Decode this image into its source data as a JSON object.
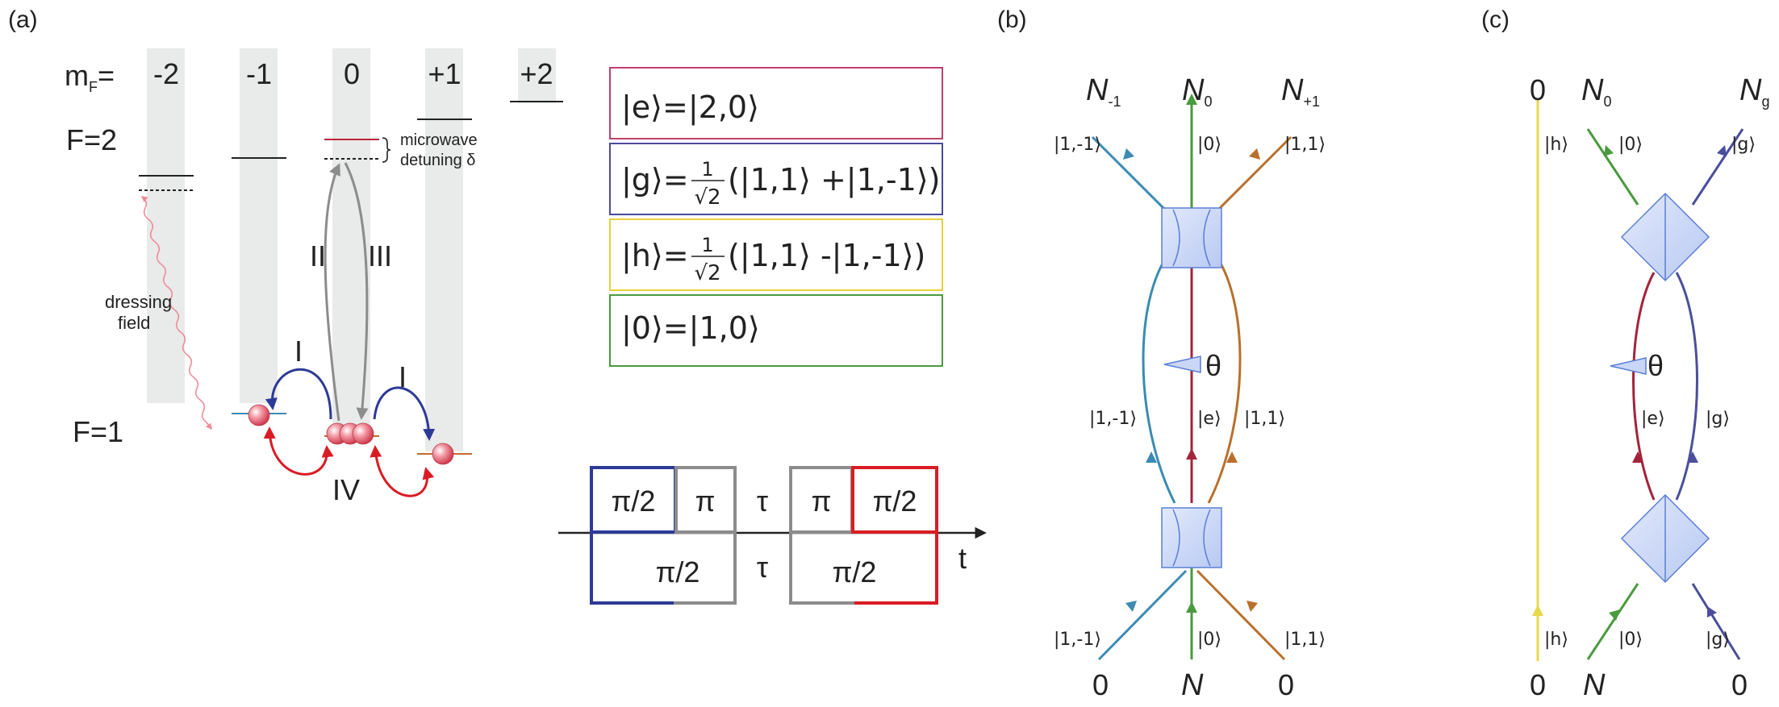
{
  "colors": {
    "blue": "#2c3a97",
    "red": "#d91c24",
    "gray": "#8c8c8c",
    "green": "#4a9a3e",
    "teal": "#3b8bb3",
    "orange": "#b8702c",
    "violet": "#4a4f9c",
    "crimson": "#a3243a",
    "yellow": "#e8d84a",
    "boxblue": "#c9d6f5",
    "boxedge": "#5b7fd6",
    "magentaBox": "#c0406a",
    "violetBox": "#4a4aa0",
    "yellowBox": "#e6d23a",
    "greenBox": "#4a9a3e",
    "band": "#e9eaea",
    "atom": "#e86a7a"
  },
  "panel_a": {
    "label": "(a)",
    "mf_label": "m",
    "mf_sub": "F",
    "mf_eq": "=",
    "mf_values": [
      "-2",
      "-1",
      "0",
      "+1",
      "+2"
    ],
    "f2_label": "F=2",
    "f1_label": "F=1",
    "microwave_label": "microwave",
    "detuning_label": "detuning δ",
    "dressing_label_1": "dressing",
    "dressing_label_2": "field",
    "roman_I_left": "I",
    "roman_I_right": "I",
    "roman_II": "II",
    "roman_III": "III",
    "roman_IV": "IV"
  },
  "states": [
    {
      "id": "e",
      "text": "|e⟩=|2,0⟩"
    },
    {
      "id": "g",
      "lhs": "|g⟩=",
      "num": "1",
      "den": "√2",
      "rhs": "(|1,1⟩ +|1,-1⟩)"
    },
    {
      "id": "h",
      "lhs": "|h⟩=",
      "num": "1",
      "den": "√2",
      "rhs": "(|1,1⟩ -|1,-1⟩)"
    },
    {
      "id": "zero",
      "text": "|0⟩=|1,0⟩"
    }
  ],
  "pulses": {
    "top": [
      "π/2",
      "π",
      "τ",
      "π",
      "π/2"
    ],
    "bottom": [
      "π/2",
      "τ",
      "π/2"
    ],
    "t_label": "t"
  },
  "panel_b": {
    "label": "(b)",
    "top_N_minus": "N",
    "top_N_minus_sub": "-1",
    "top_N0": "N",
    "top_N0_sub": "0",
    "top_N_plus": "N",
    "top_N_plus_sub": "+1",
    "top_kets": [
      "|1,-1⟩",
      "|0⟩",
      "|1,1⟩"
    ],
    "mid_kets": [
      "|1,-1⟩",
      "|e⟩",
      "|1,1⟩"
    ],
    "bottom_kets": [
      "|1,-1⟩",
      "|0⟩",
      "|1,1⟩"
    ],
    "theta": "θ",
    "bottom_labels": [
      "0",
      "N",
      "0"
    ]
  },
  "panel_c": {
    "label": "(c)",
    "top_zero": "0",
    "top_N0": "N",
    "top_N0_sub": "0",
    "top_Ng": "N",
    "top_Ng_sub": "g",
    "top_kets": [
      "|h⟩",
      "|0⟩",
      "|g⟩"
    ],
    "mid_kets": [
      "|e⟩",
      "|g⟩"
    ],
    "bottom_kets": [
      "|h⟩",
      "|0⟩",
      "|g⟩"
    ],
    "theta": "θ",
    "bottom_labels": [
      "0",
      "N",
      "0"
    ]
  }
}
